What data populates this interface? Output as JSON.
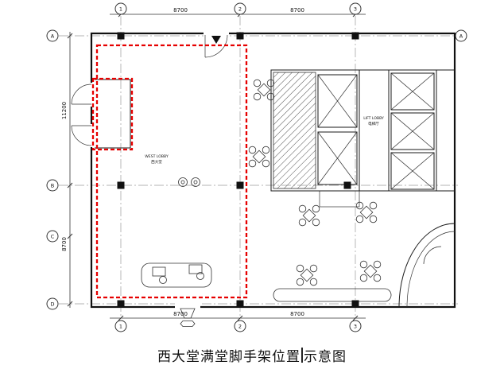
{
  "caption": {
    "before_cursor": "西大堂满堂脚手架位置",
    "after_cursor": "示意图"
  },
  "plan": {
    "rooms": {
      "west_lobby_en": "WEST LOBBY",
      "west_lobby_zh": "西大堂",
      "lift_lobby_en": "LIFT LOBBY",
      "lift_lobby_zh": "电梯厅"
    },
    "dimensions": {
      "top": [
        "8700",
        "8700"
      ],
      "bottom": [
        "8700",
        "8700"
      ],
      "left": [
        "11200",
        "8700"
      ]
    },
    "grid": {
      "top": [
        "1",
        "2",
        "3"
      ],
      "bottom": [
        "1",
        "2",
        "3"
      ],
      "left": [
        "A",
        "B",
        "C",
        "D"
      ],
      "right": [
        "A"
      ]
    },
    "colors": {
      "scaffold": "#e60000"
    }
  }
}
